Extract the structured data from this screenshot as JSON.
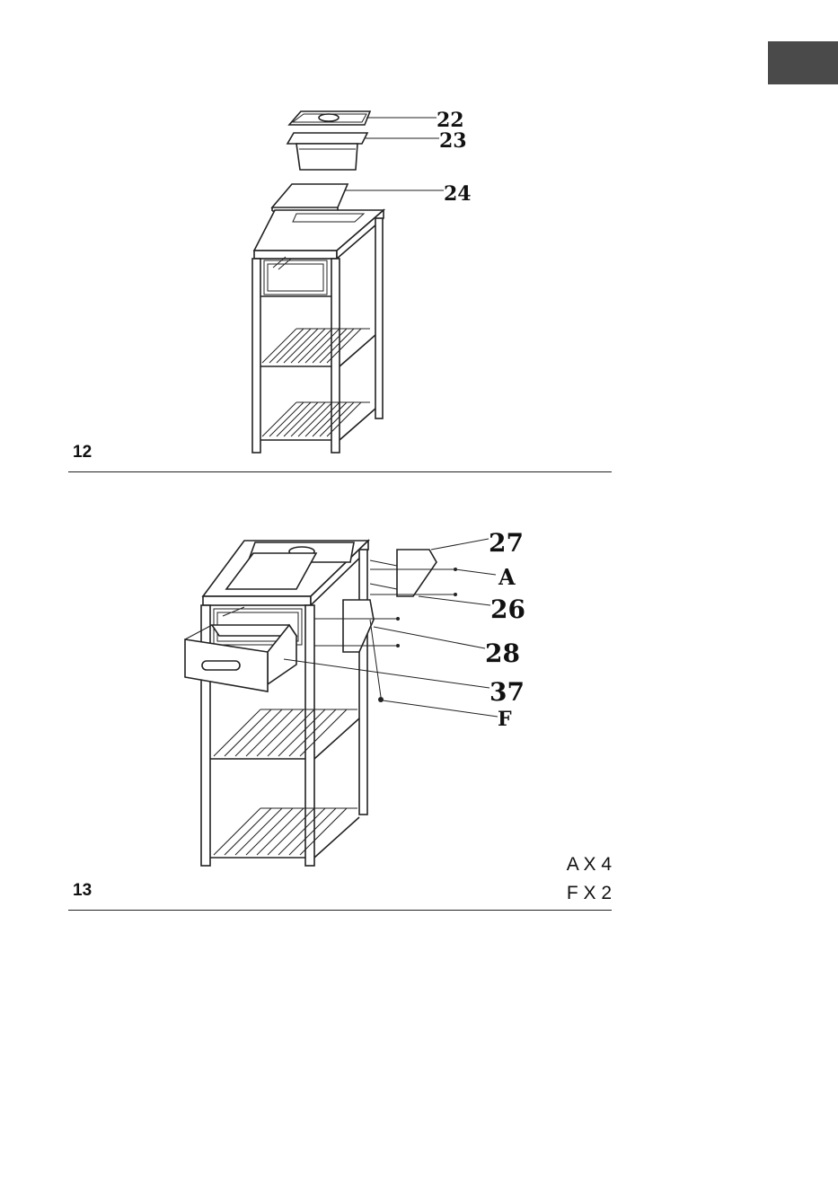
{
  "steps": [
    {
      "number": "12",
      "callouts": [
        "22",
        "23",
        "24"
      ]
    },
    {
      "number": "13",
      "callouts": [
        "27",
        "A",
        "26",
        "28",
        "37",
        "F"
      ],
      "quantities": [
        "A X 4",
        "F X 2"
      ]
    }
  ]
}
